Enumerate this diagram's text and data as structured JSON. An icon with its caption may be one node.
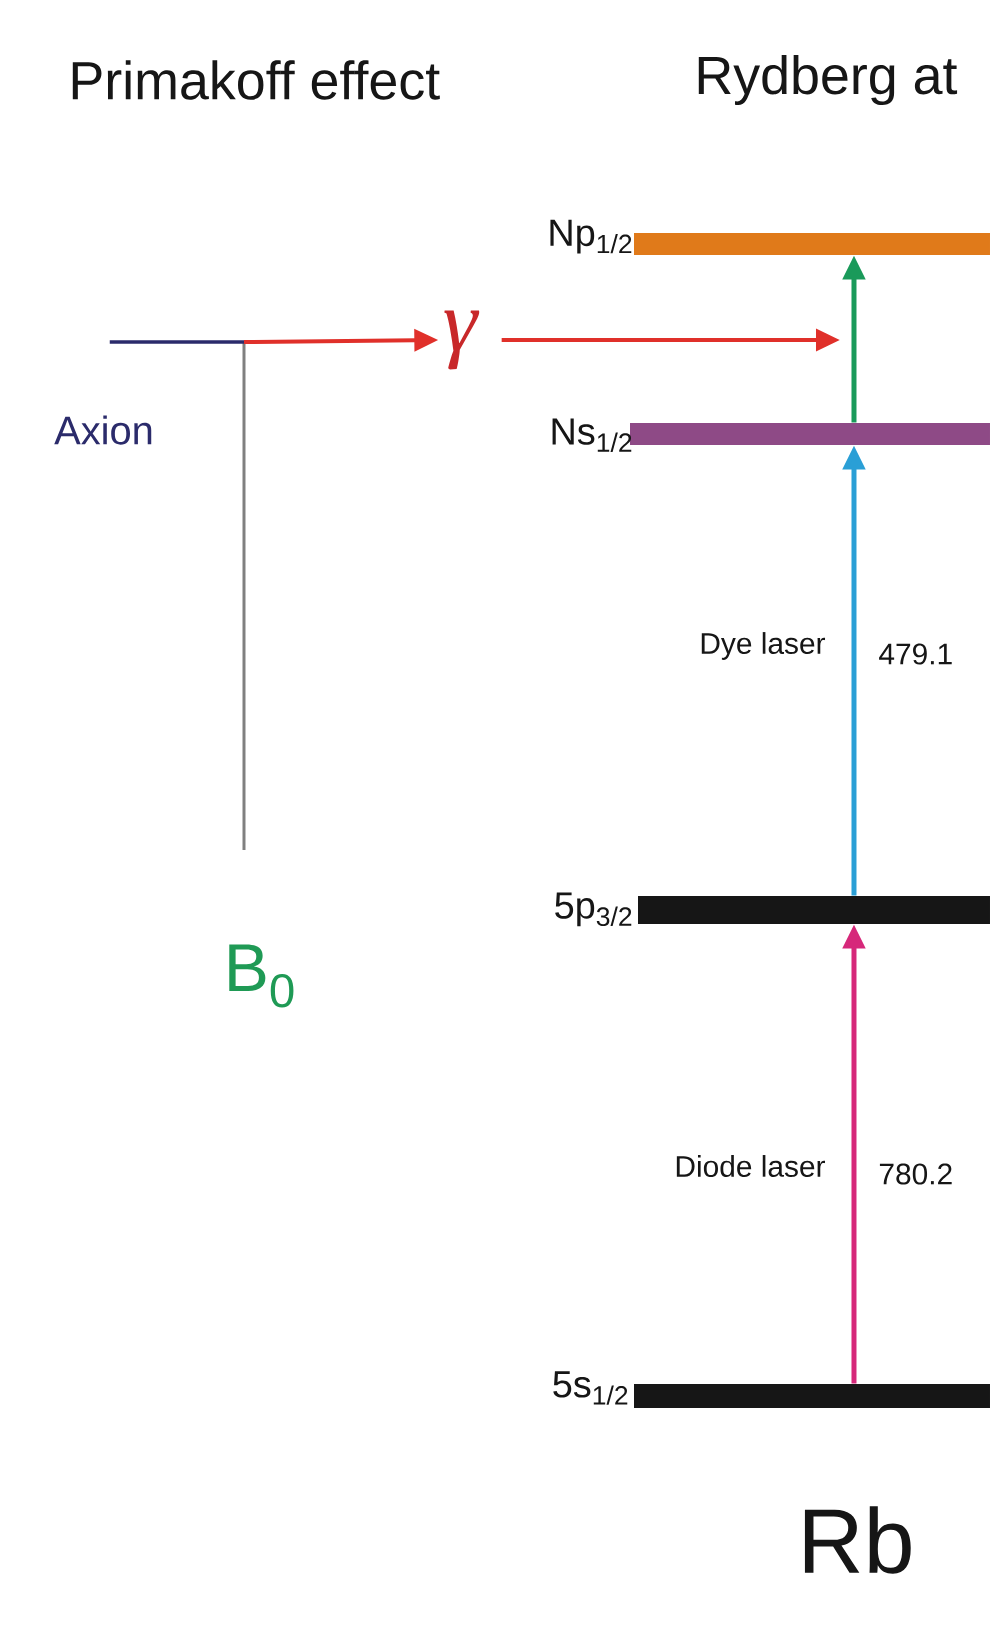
{
  "diagram": {
    "nodes": [
      {
        "text": [
          "Axion"
        ]
      },
      {
        "text": [
          "γ"
        ]
      },
      {
        "text": [
          "B$_{0}$"
        ]
      },
      {
        "text": [
          "Np$_{1/2}$"
        ]
      },
      {
        "text": [
          "Ns$_{1/2}$"
        ]
      },
      {
        "text": [
          "5p$_{3/2}$"
        ]
      },
      {
        "text": [
          "5s$_{1/2}$"
        ]
      }
    ],
    "edges": [
      {
        "from": 0,
        "to": 1,
        "arrow": "to",
        "color": "#e0302a"
      },
      {
        "from": 2,
        "to": 1,
        "arrow": "to",
        "color": "#808080"
      },
      {
        "from": 1,
        "to": null,
        "arrow": "to",
        "color": "#e0302a"
      },
      {
        "from": 6,
        "to": 5,
        "arrow": "to",
        "color": "#d6287a"
      },
      {
        "from": 5,
        "to": 4,
        "arrow": "to",
        "color": "#2a9fd6"
      },
      {
        "from": 4,
        "to": 3,
        "arrow": "to",
        "color": "#1a9a5a"
      }
    ],
    "labels": [
      "Primakoff effect",
      "Rydberg at",
      "Dye laser",
      "479.1",
      "Diode laser",
      "780.2",
      "Rb"
    ]
  }
}
